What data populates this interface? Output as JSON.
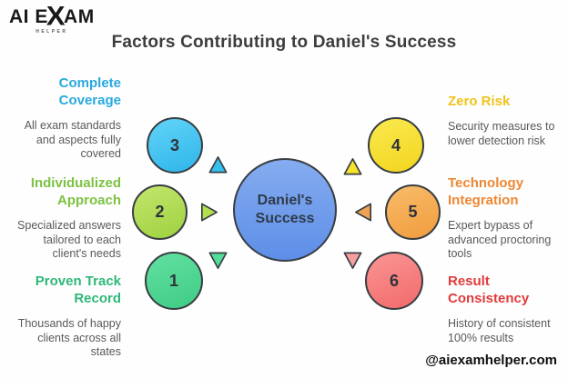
{
  "logo": {
    "prefix": "AI E",
    "x": "X",
    "suffix": "AM",
    "subtitle": "HELPER"
  },
  "title": "Factors Contributing to Daniel's Success",
  "footer": {
    "handle": "@aiexamhelper.com"
  },
  "center": {
    "label_line1": "Daniel's",
    "label_line2": "Success",
    "gradient": "linear-gradient(180deg,#85acf0,#5d8ee7)"
  },
  "factors": [
    {
      "number": "3",
      "title": "Complete Coverage",
      "description": "All exam standards and aspects fully covered",
      "title_color": "#29a9e0",
      "circle_gradient": "linear-gradient(160deg,#62d4f7,#2eb5ea)",
      "arrow_color": "#36c0ee",
      "arrow_direction": "up"
    },
    {
      "number": "2",
      "title": "Individualized Approach",
      "description": "Specialized answers tailored to each client's needs",
      "title_color": "#7dc242",
      "circle_gradient": "linear-gradient(160deg,#c3e66e,#9fd13f)",
      "arrow_color": "#b5e04e",
      "arrow_direction": "right"
    },
    {
      "number": "1",
      "title": "Proven Track Record",
      "description": "Thousands of happy clients across all states",
      "title_color": "#2eb878",
      "circle_gradient": "linear-gradient(160deg,#63e0a1,#3ecc85)",
      "arrow_color": "#52dd9a",
      "arrow_direction": "down"
    },
    {
      "number": "4",
      "title": "Zero Risk",
      "description": "Security measures to lower detection risk",
      "title_color": "#efc31c",
      "circle_gradient": "linear-gradient(160deg,#fae94f,#f2d51e)",
      "arrow_color": "#f5e32a",
      "arrow_direction": "up"
    },
    {
      "number": "5",
      "title": "Technology Integration",
      "description": "Expert bypass of advanced proctoring tools",
      "title_color": "#ee8733",
      "circle_gradient": "linear-gradient(160deg,#f8bc69,#f19c3e)",
      "arrow_color": "#f0a254",
      "arrow_direction": "left"
    },
    {
      "number": "6",
      "title": "Result Consistency",
      "description": "History of consistent 100% results",
      "title_color": "#e23b3b",
      "circle_gradient": "linear-gradient(160deg,#fa9595,#f26a6a)",
      "arrow_color": "#f79d9d",
      "arrow_direction": "down"
    }
  ]
}
